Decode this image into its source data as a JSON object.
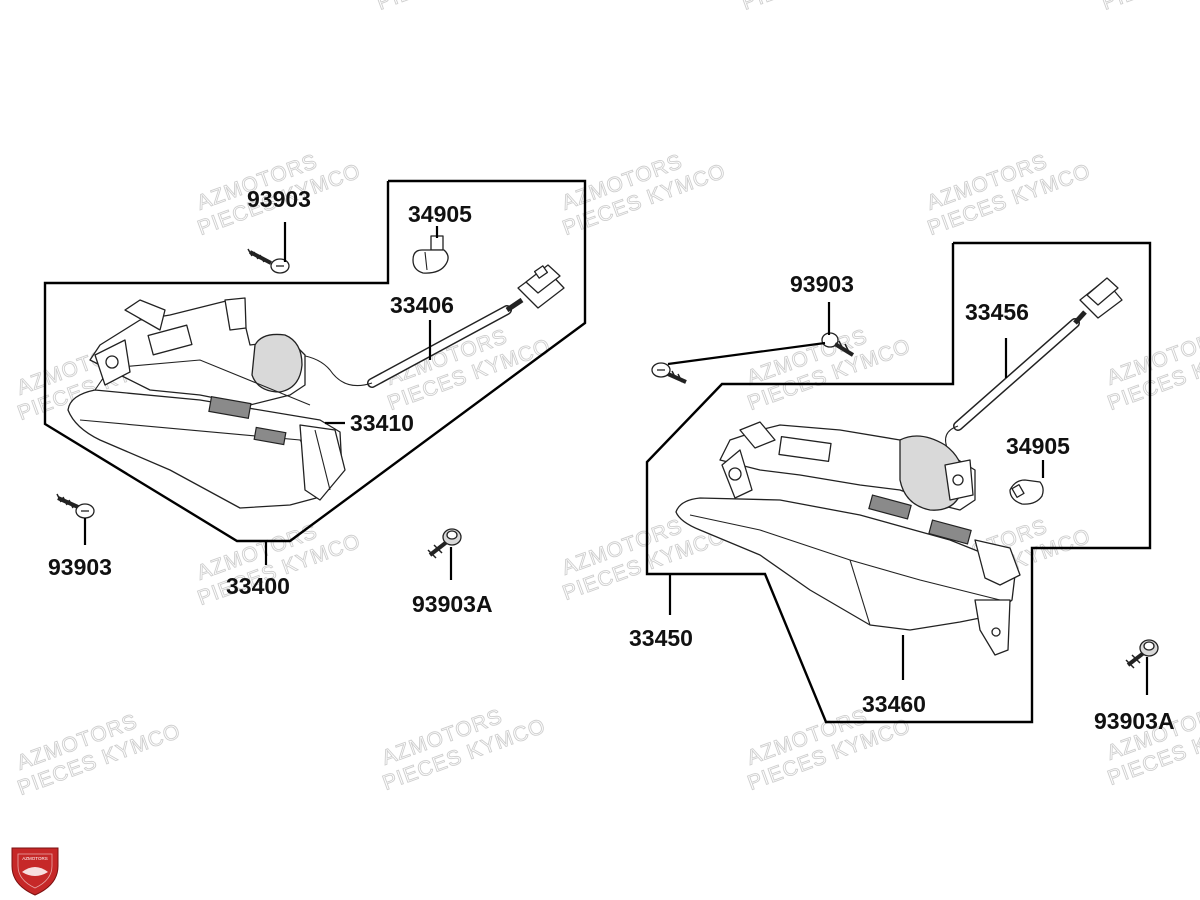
{
  "watermark": {
    "line1": "AZMOTORS",
    "line2": "PIECES KYMCO"
  },
  "logo": {
    "text": "AZMOTORS",
    "color": "#c62828"
  },
  "colors": {
    "outline": "#000000",
    "logo_red": "#c62828"
  },
  "left_group": {
    "label_screw_top": "93903",
    "label_bulb": "34905",
    "label_harness": "33406",
    "label_lens": "33410",
    "label_screw_bottom": "93903",
    "label_assembly": "33400",
    "label_tapping_screw": "93903A"
  },
  "right_group": {
    "label_screw": "93903",
    "label_harness": "33456",
    "label_bulb": "34905",
    "label_assembly": "33450",
    "label_lens": "33460",
    "label_tapping_screw": "93903A"
  }
}
